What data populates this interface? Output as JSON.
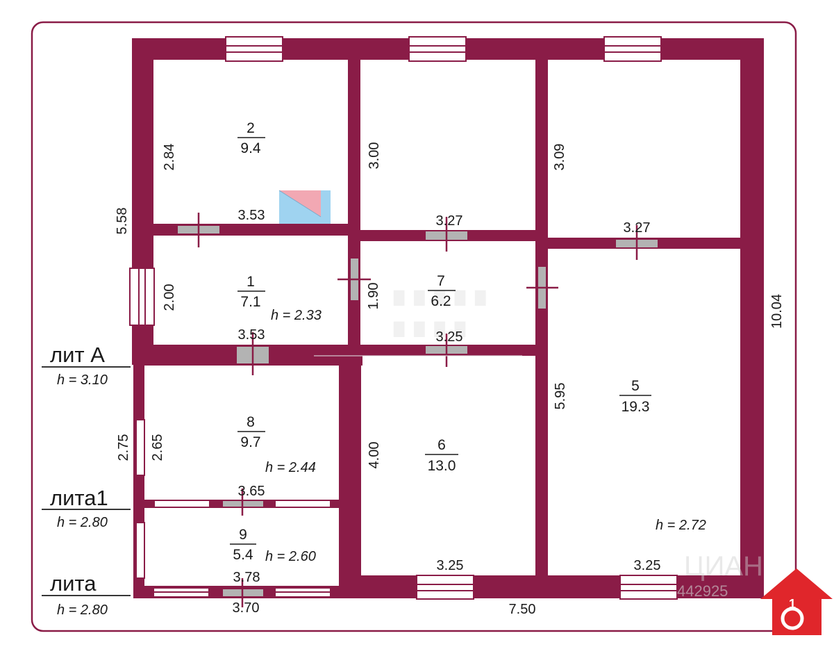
{
  "colors": {
    "wall": "#8a1c47",
    "frame": "#8a1c47",
    "door": "#b3b3b3",
    "window_fill": "#ffffff",
    "sticker_blue": "#9fd3f0",
    "sticker_pink": "#f2a8b3",
    "logo_red": "#e0262b"
  },
  "rooms": [
    {
      "id": "2",
      "number": "2",
      "area": "9.4"
    },
    {
      "id": "1",
      "number": "1",
      "area": "7.1"
    },
    {
      "id": "7",
      "number": "7",
      "area": "6.2"
    },
    {
      "id": "5",
      "number": "5",
      "area": "19.3"
    },
    {
      "id": "8",
      "number": "8",
      "area": "9.7"
    },
    {
      "id": "6",
      "number": "6",
      "area": "13.0"
    },
    {
      "id": "9",
      "number": "9",
      "area": "5.4"
    }
  ],
  "dimensions": {
    "d_284": "2.84",
    "d_300": "3.00",
    "d_309": "3.09",
    "d_558": "5.58",
    "d_353_top": "3.53",
    "d_327_mid": "3.27",
    "d_327_right": "3.27",
    "d_200": "2.00",
    "d_190": "1.90",
    "d_1004": "10.04",
    "d_353_bottom": "3.53",
    "d_325_mid": "3.25",
    "d_595": "5.95",
    "d_275": "2.75",
    "d_265": "2.65",
    "d_400": "4.00",
    "d_365": "3.65",
    "d_378": "3.78",
    "d_370": "3.70",
    "d_325_bottom": "3.25",
    "d_325_right": "3.25",
    "d_750": "7.50"
  },
  "heights": {
    "h_room1": "h = 2.33",
    "h_room8": "h = 2.44",
    "h_room9": "h = 2.60",
    "h_room5": "h = 2.72"
  },
  "sections": [
    {
      "id": "lit_a",
      "name": "лит А",
      "height": "h = 3.10"
    },
    {
      "id": "lit_a1",
      "name": "лита1",
      "height": "h = 2.80"
    },
    {
      "id": "lit_a0",
      "name": "лита",
      "height": "h = 2.80"
    }
  ],
  "watermark": {
    "phone": "442925",
    "brand": "ЦИАН"
  },
  "logo": {
    "digit": "1",
    "icon": "key-house-logo"
  }
}
